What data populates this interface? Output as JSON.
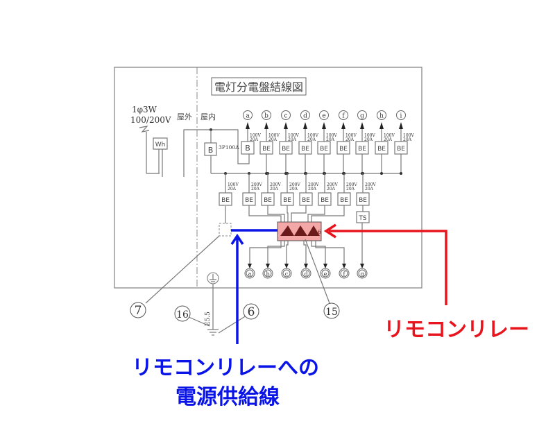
{
  "diagram": {
    "title": "電灯分電盤結線図",
    "supply_phase": "1φ3W",
    "supply_voltage": "100/200V",
    "outdoor_label": "屋外",
    "indoor_label": "屋内",
    "meter_label": "Wh",
    "main_breaker_label": "B",
    "main_breaker_rating": "3P100A",
    "top_branch_breaker_first": "B",
    "breaker_label": "BE",
    "timer_switch_label": "TS",
    "top_circuits": [
      "a",
      "b",
      "c",
      "d",
      "e",
      "f",
      "g",
      "h",
      "i"
    ],
    "top_ratings": [
      {
        "v": "100V",
        "a": "20A"
      },
      {
        "v": "100V",
        "a": "20A"
      },
      {
        "v": "100V",
        "a": "20A"
      },
      {
        "v": "100V",
        "a": "20A"
      },
      {
        "v": "100V",
        "a": "20A"
      },
      {
        "v": "100V",
        "a": "20A"
      },
      {
        "v": "100V",
        "a": "20A"
      },
      {
        "v": "100V",
        "a": "20A"
      },
      {
        "v": "100V",
        "a": "20A"
      }
    ],
    "lower_ratings": [
      {
        "v": "100V",
        "a": "20A"
      },
      {
        "v": "200V",
        "a": "20A"
      },
      {
        "v": "200V",
        "a": "20A"
      },
      {
        "v": "200V",
        "a": "20A"
      },
      {
        "v": "200V",
        "a": "20A"
      },
      {
        "v": "200V",
        "a": "20A"
      },
      {
        "v": "200V",
        "a": "20A"
      },
      {
        "v": "200V",
        "a": "20A"
      }
    ],
    "bottom_circuits": [
      "a",
      "b",
      "c",
      "d",
      "e",
      "f",
      "g"
    ],
    "relay_count_label": "6",
    "ground_wire_label": "E5.5",
    "callouts": [
      "7",
      "16",
      "6",
      "15"
    ]
  },
  "annotations": {
    "relay_label": "リモコンリレー",
    "supply_line_label_1": "リモコンリレーへの",
    "supply_line_label_2": "電源供給線"
  },
  "colors": {
    "red": "#e8141e",
    "blue": "#0a14e6",
    "relay_fill": "#f4a7a7",
    "relay_tri": "#6a1a1a"
  }
}
